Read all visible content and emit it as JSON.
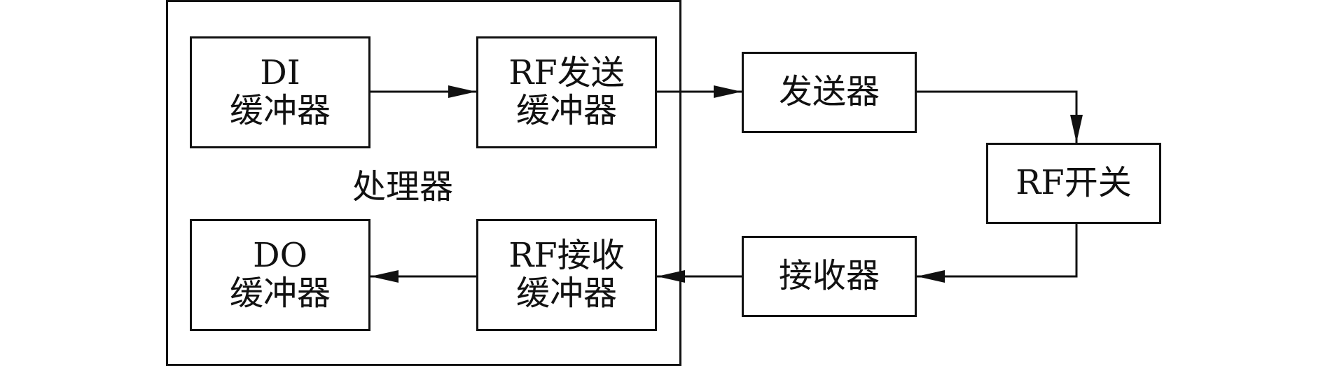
{
  "processor": {
    "label": "处理器"
  },
  "blocks": {
    "di_buffer": {
      "line1": "DI",
      "line2": "缓冲器"
    },
    "rf_send_buffer": {
      "line1": "RF发送",
      "line2": "缓冲器"
    },
    "do_buffer": {
      "line1": "DO",
      "line2": "缓冲器"
    },
    "rf_receive_buffer": {
      "line1": "RF接收",
      "line2": "缓冲器"
    },
    "transmitter": {
      "label": "发送器"
    },
    "rf_switch": {
      "label": "RF开关"
    },
    "receiver": {
      "label": "接收器"
    }
  }
}
